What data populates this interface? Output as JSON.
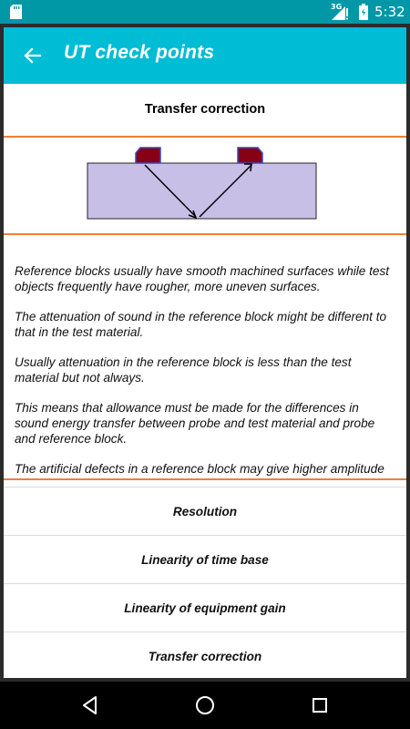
{
  "status_bar": {
    "network": "3G",
    "time": "5:32",
    "icons": [
      "sd-card-icon",
      "signal-icon",
      "battery-icon"
    ]
  },
  "app_bar": {
    "title": "UT check points",
    "back_icon": "arrow-back-icon"
  },
  "section": {
    "title": "Transfer correction"
  },
  "diagram": {
    "description_icons": [
      "probe-left",
      "probe-right",
      "reference-block",
      "sound-path"
    ],
    "block_color": "#c8bfe7",
    "probe_color": "#880015"
  },
  "content": {
    "paragraphs": [
      "Reference blocks usually have smooth machined surfaces while test objects frequently have rougher, more uneven surfaces.",
      "The attenuation of sound in the reference block might be different to that in the test material.",
      "Usually attenuation in the reference block is less than the test material but not always.",
      "This means that allowance must be made for the differences in sound energy transfer between probe and test material and probe and reference block.",
      "The artificial defects in a reference block may give higher amplitude echoes than natural defects of similar size in the test material."
    ]
  },
  "menu": {
    "items": [
      {
        "label": "Resolution"
      },
      {
        "label": "Linearity of time base"
      },
      {
        "label": "Linearity of equipment gain"
      },
      {
        "label": "Transfer correction"
      }
    ]
  },
  "nav_bar": {
    "icons": [
      "back-triangle-icon",
      "home-circle-icon",
      "recents-square-icon"
    ]
  },
  "colors": {
    "status_bar": "#0097a7",
    "app_bar": "#00bcd4",
    "divider": "#ef7f3b"
  }
}
